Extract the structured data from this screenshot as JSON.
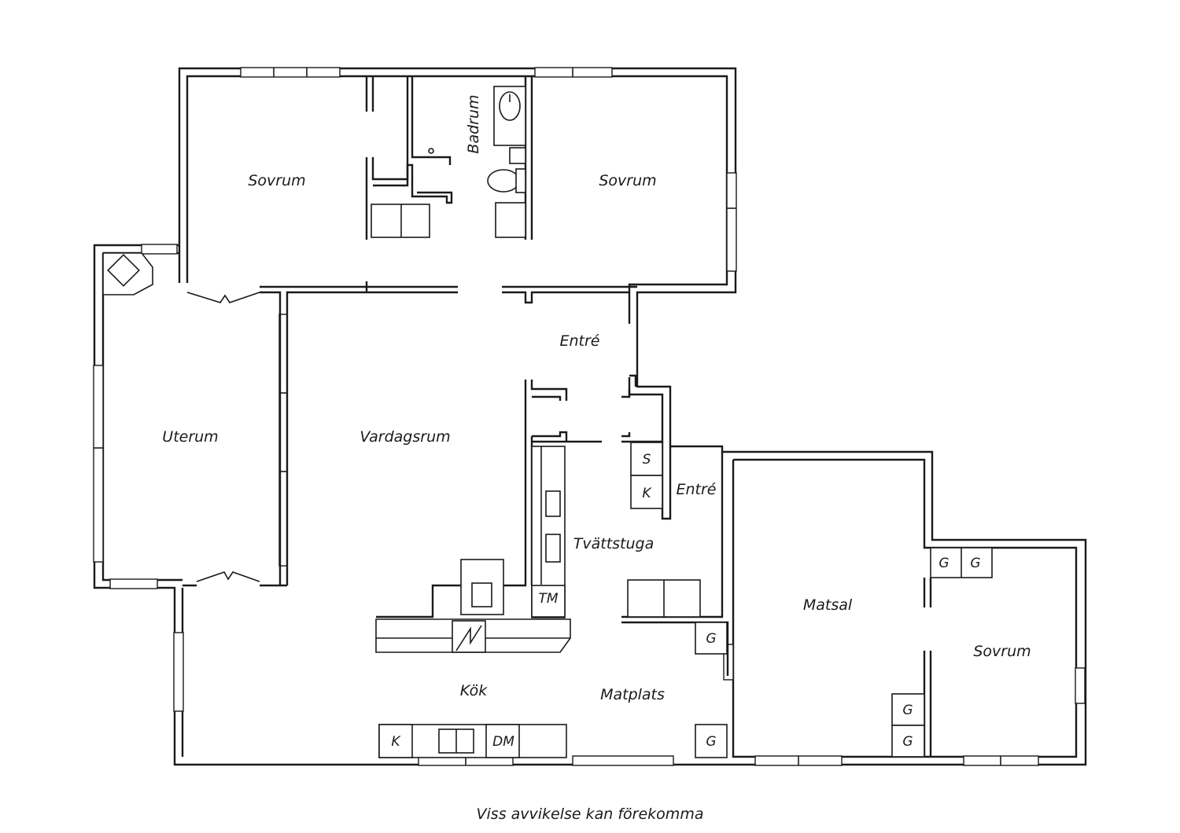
{
  "plan": {
    "rooms": {
      "sovrum_left": "Sovrum",
      "badrum": "Badrum",
      "sovrum_right": "Sovrum",
      "entre_top": "Entré",
      "uterum": "Uterum",
      "vardagsrum": "Vardagsrum",
      "entre_small": "Entré",
      "tvattstuga": "Tvättstuga",
      "matsal": "Matsal",
      "sovrum_bottom": "Sovrum",
      "kok": "Kök",
      "matplats": "Matplats"
    },
    "fixtures": {
      "s": "S",
      "k_entre": "K",
      "tm": "TM",
      "g1": "G",
      "g2": "G",
      "g3": "G",
      "g4": "G",
      "g5": "G",
      "g6": "G",
      "k_kitchen": "K",
      "dm": "DM"
    }
  },
  "footer": {
    "note": "Viss avvikelse kan förekomma"
  }
}
